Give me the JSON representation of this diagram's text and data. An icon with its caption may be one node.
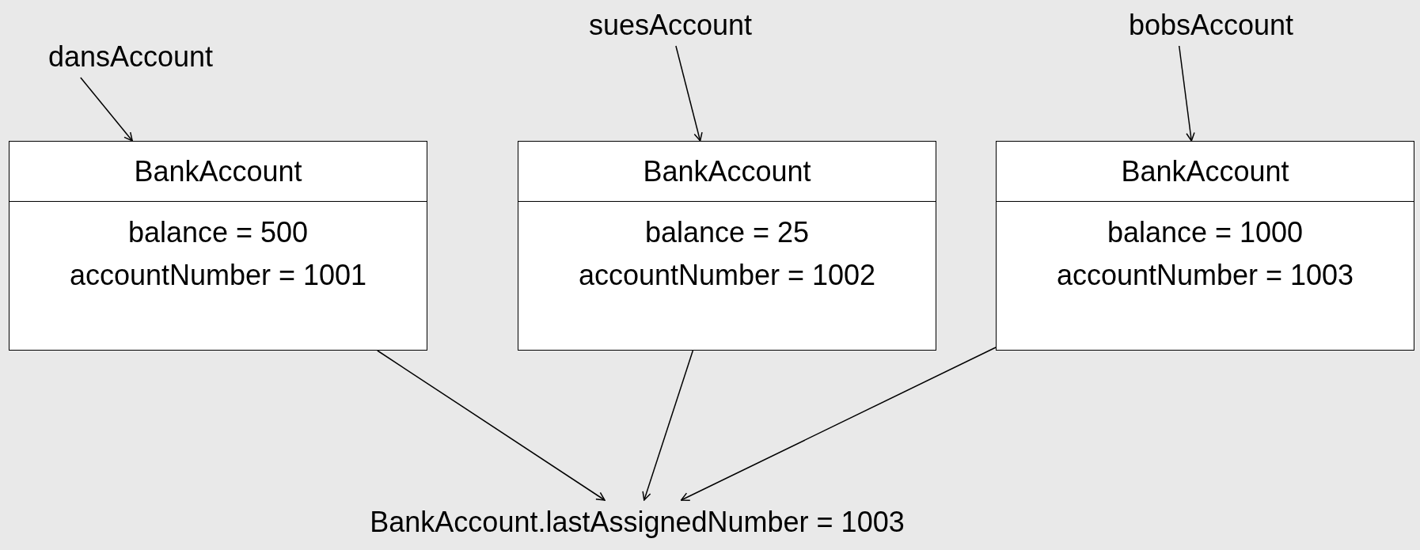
{
  "diagram": {
    "nodes": [
      {
        "text": [
          "dansAccount"
        ]
      },
      {
        "text": [
          "suesAccount"
        ]
      },
      {
        "text": [
          "bobsAccount"
        ]
      },
      {
        "text": [
          "BankAccount",
          "balance = 500",
          "accountNumber = 1001"
        ]
      },
      {
        "text": [
          "BankAccount",
          "balance = 25",
          "accountNumber = 1002"
        ]
      },
      {
        "text": [
          "BankAccount",
          "balance = 1000",
          "accountNumber = 1003"
        ]
      },
      {
        "text": [
          "BankAccount.lastAssignedNumber = 1003"
        ]
      }
    ],
    "edges": [
      {
        "from": 0,
        "to": 3,
        "arrow": "to"
      },
      {
        "from": 1,
        "to": 4,
        "arrow": "to"
      },
      {
        "from": 2,
        "to": 5,
        "arrow": "to"
      },
      {
        "from": 3,
        "to": 6,
        "arrow": "to"
      },
      {
        "from": 4,
        "to": 6,
        "arrow": "to"
      },
      {
        "from": 5,
        "to": 6,
        "arrow": "to"
      }
    ]
  }
}
